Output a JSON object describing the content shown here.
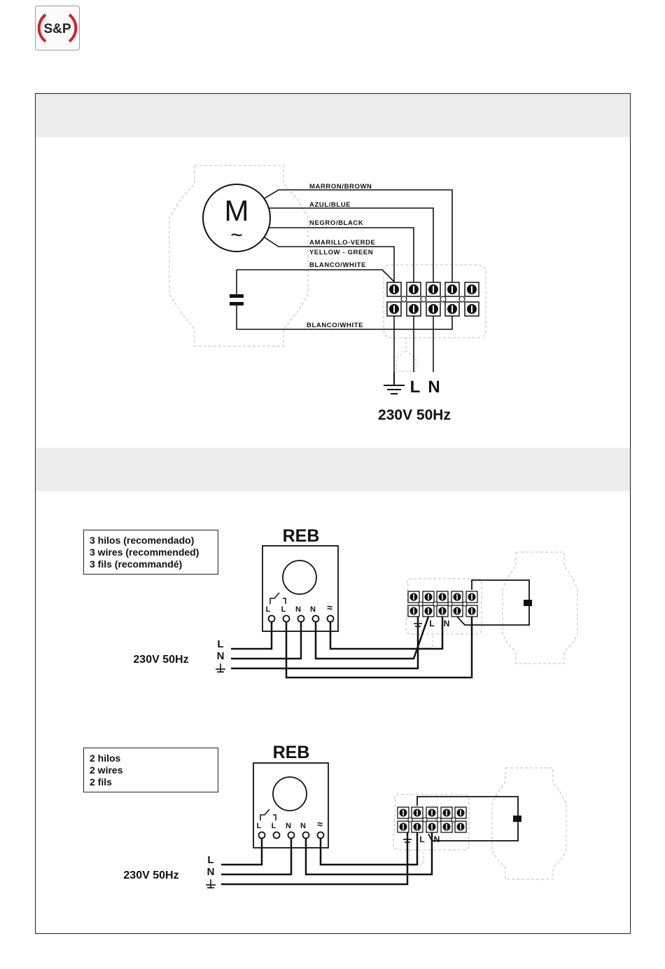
{
  "logo": {
    "text": "S&P",
    "accent": "#d4202a"
  },
  "section1": {
    "motor_letter": "M",
    "motor_symbol": "~",
    "wires": {
      "brown": "MARRON/BROWN",
      "blue": "AZUL/BLUE",
      "black": "NEGRO/BLACK",
      "yg_line1": "AMARILLO-VERDE",
      "yg_line2": "YELLOW - GREEN",
      "white_top": "BLANCO/WHITE",
      "white_bottom": "BLANCO/WHITE"
    },
    "supply_L": "L",
    "supply_N": "N",
    "voltage": "230V 50Hz"
  },
  "section2": {
    "diagram_a": {
      "title": "REB",
      "note_lines": [
        "3 hilos (recomendado)",
        "3 wires (recommended)",
        "3 fils (recommandé)"
      ],
      "voltage": "230V 50Hz",
      "line_L": "L",
      "line_N": "N",
      "term_labels": [
        "L",
        "L",
        "N",
        "N"
      ],
      "block_L": "L",
      "block_N": "N"
    },
    "diagram_b": {
      "title": "REB",
      "note_lines": [
        "2 hilos",
        "2 wires",
        "2 fils"
      ],
      "voltage": "230V 50Hz",
      "line_L": "L",
      "line_N": "N",
      "term_labels": [
        "L",
        "L",
        "N",
        "N"
      ],
      "block_L": "L",
      "block_N": "N"
    }
  }
}
